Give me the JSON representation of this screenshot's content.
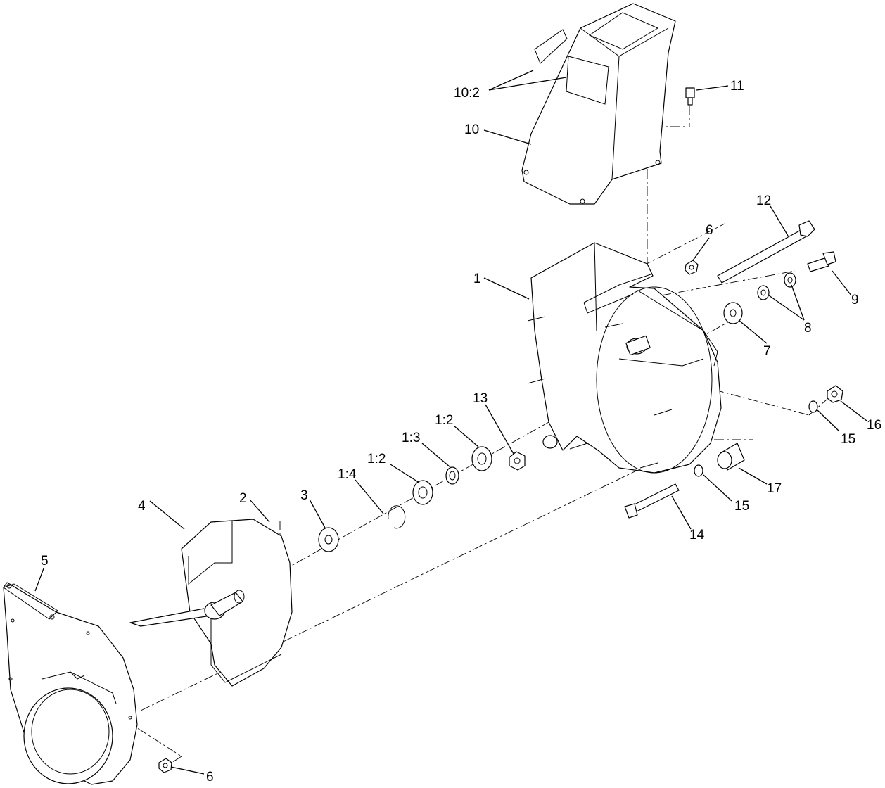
{
  "diagram": {
    "type": "exploded-parts-view",
    "callouts": [
      {
        "id": "c-10-2",
        "text": "10:2"
      },
      {
        "id": "c-11",
        "text": "11"
      },
      {
        "id": "c-10",
        "text": "10"
      },
      {
        "id": "c-12",
        "text": "12"
      },
      {
        "id": "c-6-top",
        "text": "6"
      },
      {
        "id": "c-1",
        "text": "1"
      },
      {
        "id": "c-9",
        "text": "9"
      },
      {
        "id": "c-8",
        "text": "8"
      },
      {
        "id": "c-7",
        "text": "7"
      },
      {
        "id": "c-13",
        "text": "13"
      },
      {
        "id": "c-1-2-a",
        "text": "1:2"
      },
      {
        "id": "c-1-3",
        "text": "1:3"
      },
      {
        "id": "c-1-2-b",
        "text": "1:2"
      },
      {
        "id": "c-1-4",
        "text": "1:4"
      },
      {
        "id": "c-16",
        "text": "16"
      },
      {
        "id": "c-15-a",
        "text": "15"
      },
      {
        "id": "c-17",
        "text": "17"
      },
      {
        "id": "c-15-b",
        "text": "15"
      },
      {
        "id": "c-14",
        "text": "14"
      },
      {
        "id": "c-2",
        "text": "2"
      },
      {
        "id": "c-3",
        "text": "3"
      },
      {
        "id": "c-4",
        "text": "4"
      },
      {
        "id": "c-5",
        "text": "5"
      },
      {
        "id": "c-6-bottom",
        "text": "6"
      }
    ]
  }
}
